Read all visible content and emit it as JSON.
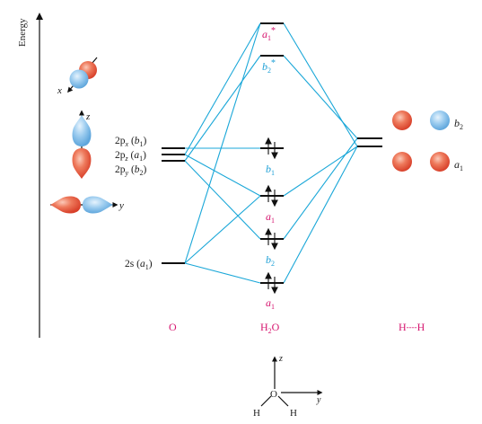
{
  "axis": {
    "energy_label": "Energy"
  },
  "oxygen_orbitals": {
    "p_x": {
      "prefix": "2p",
      "sub": "x",
      "sym": "b",
      "symsub": "1"
    },
    "p_z": {
      "prefix": "2p",
      "sub": "z",
      "sym": "a",
      "symsub": "1"
    },
    "p_y": {
      "prefix": "2p",
      "sub": "y",
      "sym": "b",
      "symsub": "2"
    },
    "s": {
      "prefix": "2s",
      "sym": "a",
      "symsub": "1"
    }
  },
  "mo_labels": {
    "a1_star": {
      "sym": "a",
      "sub": "1",
      "star": "*"
    },
    "b2_star": {
      "sym": "b",
      "sub": "2",
      "star": "*"
    },
    "b1": {
      "sym": "b",
      "sub": "1"
    },
    "a1_mid": {
      "sym": "a",
      "sub": "1"
    },
    "b2": {
      "sym": "b",
      "sub": "2"
    },
    "a1_low": {
      "sym": "a",
      "sub": "1"
    }
  },
  "sal_labels": {
    "b2": {
      "sym": "b",
      "sub": "2"
    },
    "a1": {
      "sym": "a",
      "sub": "1"
    }
  },
  "column_labels": {
    "oxygen": "O",
    "water": {
      "h": "H",
      "sub": "2",
      "o": "O"
    },
    "hh": {
      "left": "H",
      "dash": "----",
      "right": "H"
    }
  },
  "axes_labels": {
    "x": "x",
    "y": "y",
    "z": "z"
  },
  "molecule": {
    "o": "O",
    "h_left": "H",
    "h_right": "H",
    "x": "y",
    "z": "z"
  },
  "colors": {
    "magenta": "#d6156f",
    "cyan": "#1ea0d6",
    "connector": "#1aa7d8",
    "orb_red": "#e5553b",
    "orb_blue": "#7dbbe8"
  }
}
